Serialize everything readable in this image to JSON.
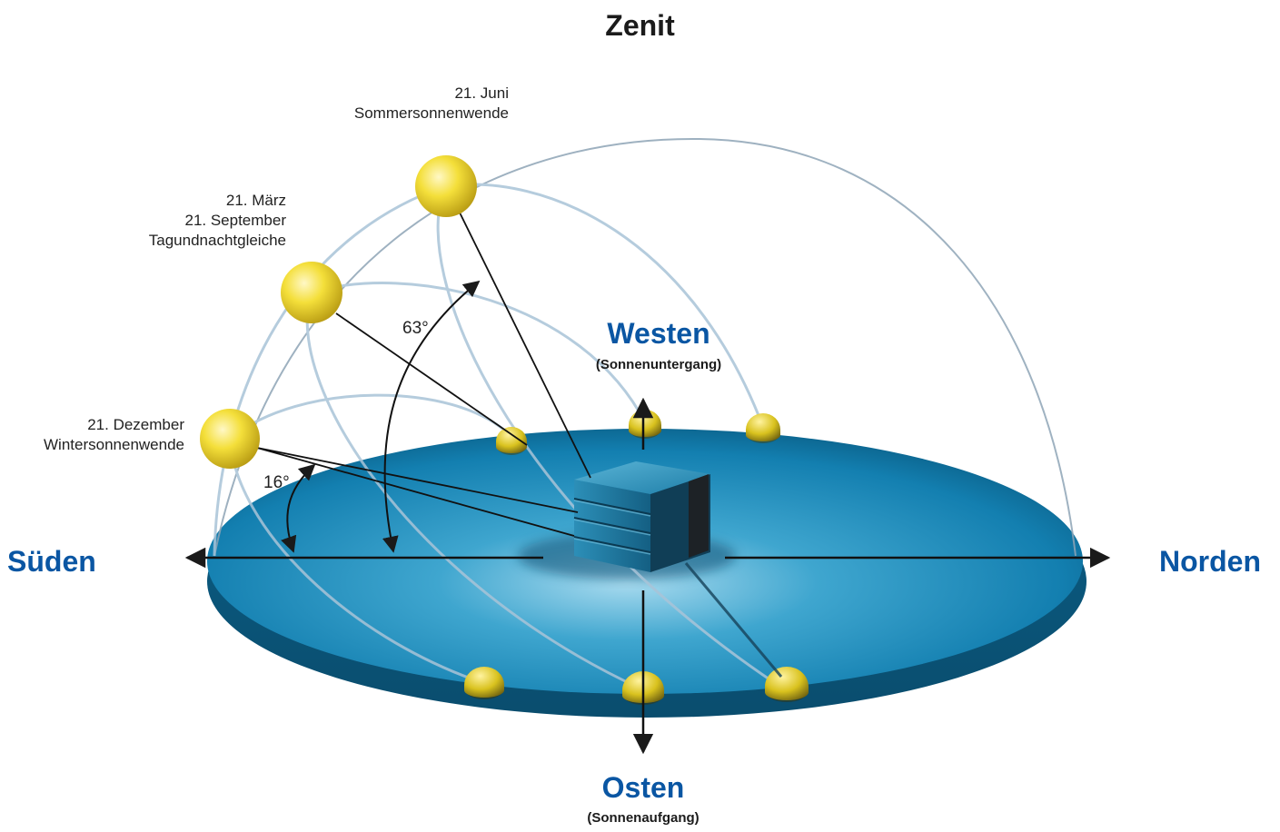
{
  "title": "Zenit",
  "directions": {
    "south": "Süden",
    "north": "Norden",
    "west": "Westen",
    "west_sub": "(Sonnenuntergang)",
    "east": "Osten",
    "east_sub": "(Sonnenaufgang)"
  },
  "sun_positions": [
    {
      "date": "21. Juni",
      "event": "Sommersonnenwende"
    },
    {
      "date": "21. März",
      "date2": "21. September",
      "event": "Tagundnachtgleiche"
    },
    {
      "date": "21. Dezember",
      "event": "Wintersonnenwende"
    }
  ],
  "angles": {
    "summer": "63°",
    "winter": "16°"
  },
  "colors": {
    "disc": "#1a8fbf",
    "disc_dark": "#0c5f86",
    "sun": "#f3dc2a",
    "direction_label": "#0a56a3",
    "arc": "#b9cfe0"
  }
}
